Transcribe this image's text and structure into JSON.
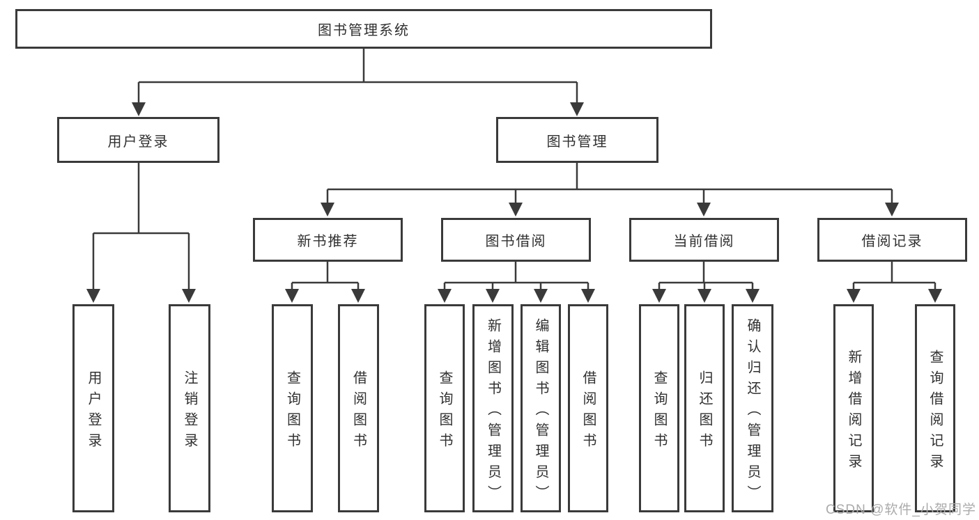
{
  "colors": {
    "line": "#3a3a3a",
    "text": "#303030",
    "watermark": "#ababab",
    "background": "#ffffff"
  },
  "diagram": {
    "root": {
      "label": "图书管理系统"
    },
    "level2": [
      {
        "label": "用户登录"
      },
      {
        "label": "图书管理"
      }
    ],
    "level3": [
      {
        "label": "新书推荐"
      },
      {
        "label": "图书借阅"
      },
      {
        "label": "当前借阅"
      },
      {
        "label": "借阅记录"
      }
    ],
    "leaves": {
      "user_login": [
        "用户登录",
        "注销登录"
      ],
      "new_book_rec": [
        "查询图书",
        "借阅图书"
      ],
      "book_borrow": [
        "查询图书",
        "新增图书（管理员）",
        "编辑图书（管理员）",
        "借阅图书"
      ],
      "current_borrow": [
        "查询图书",
        "归还图书",
        "确认归还（管理员）"
      ],
      "borrow_records": [
        "新增借阅记录",
        "查询借阅记录"
      ]
    },
    "watermark": "CSDN @软件_小贺同学"
  }
}
